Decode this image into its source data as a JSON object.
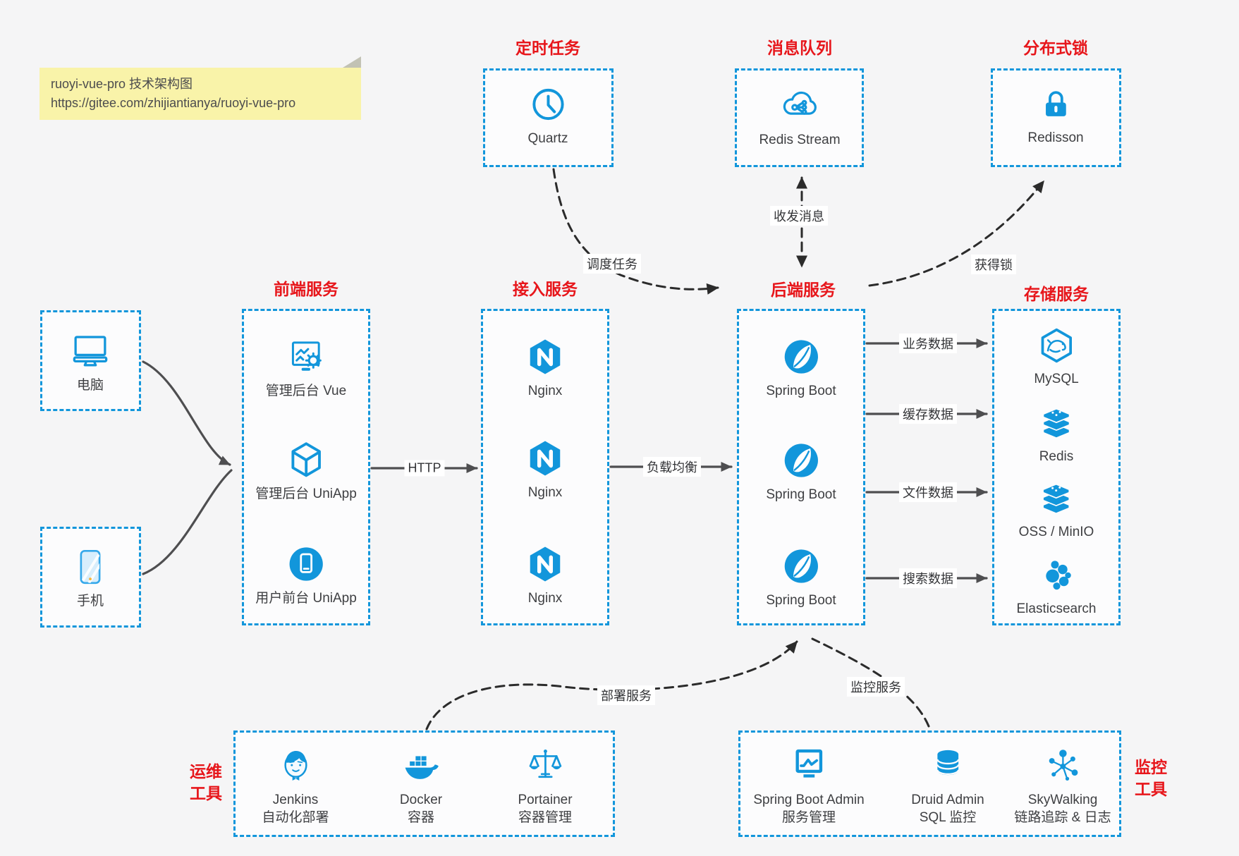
{
  "note": {
    "line1": "ruoyi-vue-pro 技术架构图",
    "line2": "https://gitee.com/zhijiantianya/ruoyi-vue-pro"
  },
  "scheduler": {
    "title": "定时任务",
    "item": {
      "icon": "clock-icon",
      "label": "Quartz"
    }
  },
  "mq": {
    "title": "消息队列",
    "item": {
      "icon": "cloud-share-icon",
      "label": "Redis Stream"
    }
  },
  "dlock": {
    "title": "分布式锁",
    "item": {
      "icon": "lock-icon",
      "label": "Redisson"
    }
  },
  "clients": {
    "pc": {
      "icon": "desktop-icon",
      "label": "电脑"
    },
    "mobile": {
      "icon": "smartphone-icon",
      "label": "手机"
    }
  },
  "frontend": {
    "title": "前端服务",
    "items": [
      {
        "icon": "admin-vue-icon",
        "label": "管理后台 Vue"
      },
      {
        "icon": "cube-icon",
        "label": "管理后台 UniApp"
      },
      {
        "icon": "mobile-app-icon",
        "label": "用户前台 UniApp"
      }
    ]
  },
  "access": {
    "title": "接入服务",
    "items": [
      {
        "icon": "nginx-icon",
        "label": "Nginx"
      },
      {
        "icon": "nginx-icon",
        "label": "Nginx"
      },
      {
        "icon": "nginx-icon",
        "label": "Nginx"
      }
    ]
  },
  "backend": {
    "title": "后端服务",
    "items": [
      {
        "icon": "spring-boot-icon",
        "label": "Spring Boot"
      },
      {
        "icon": "spring-boot-icon",
        "label": "Spring Boot"
      },
      {
        "icon": "spring-boot-icon",
        "label": "Spring Boot"
      }
    ]
  },
  "storage": {
    "title": "存储服务",
    "items": [
      {
        "icon": "mysql-icon",
        "label": "MySQL"
      },
      {
        "icon": "redis-icon",
        "label": "Redis"
      },
      {
        "icon": "storage-stack-icon",
        "label": "OSS / MinIO"
      },
      {
        "icon": "elasticsearch-icon",
        "label": "Elasticsearch"
      }
    ]
  },
  "ops": {
    "title_line1": "运维",
    "title_line2": "工具",
    "items": [
      {
        "icon": "jenkins-icon",
        "label": "Jenkins",
        "sublabel": "自动化部署"
      },
      {
        "icon": "docker-icon",
        "label": "Docker",
        "sublabel": "容器"
      },
      {
        "icon": "portainer-icon",
        "label": "Portainer",
        "sublabel": "容器管理"
      }
    ]
  },
  "monitoring": {
    "title_line1": "监控",
    "title_line2": "工具",
    "items": [
      {
        "icon": "spring-boot-admin-icon",
        "label": "Spring Boot Admin",
        "sublabel": "服务管理"
      },
      {
        "icon": "druid-icon",
        "label": "Druid Admin",
        "sublabel": "SQL 监控"
      },
      {
        "icon": "skywalking-icon",
        "label": "SkyWalking",
        "sublabel": "链路追踪 & 日志"
      }
    ]
  },
  "edges": {
    "http": "HTTP",
    "load_balance": "负载均衡",
    "business_data": "业务数据",
    "cache_data": "缓存数据",
    "file_data": "文件数据",
    "search_data": "搜索数据",
    "schedule_task": "调度任务",
    "messaging": "收发消息",
    "acquire_lock": "获得锁",
    "deploy": "部署服务",
    "monitor": "监控服务"
  },
  "colors": {
    "box_border": "#1296db",
    "icon_blue": "#1296db",
    "title_red": "#e7161b",
    "connector_dark": "#4e4e50",
    "dashed_dark": "#2b2b2b",
    "note_bg": "#f9f3a9",
    "canvas": "#f5f5f6"
  }
}
